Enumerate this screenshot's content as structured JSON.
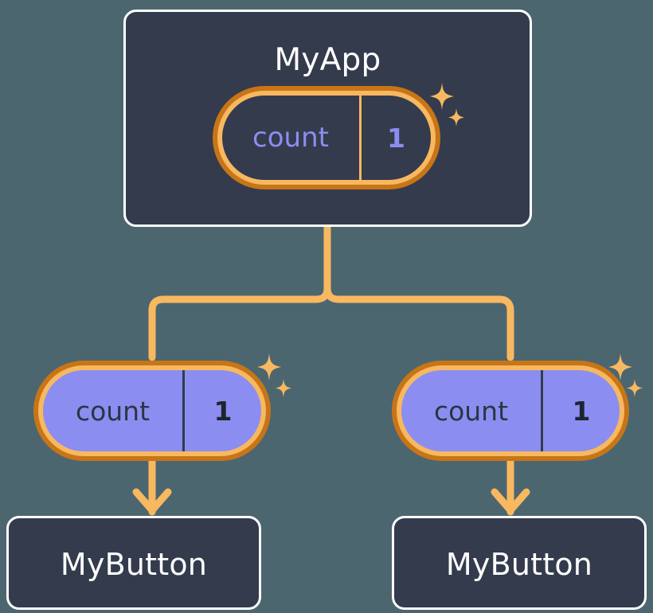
{
  "diagram": {
    "type": "component-state-tree",
    "background_color": "#4c6670",
    "accent_color": "#f8b860",
    "accent_dark_color": "#c87517",
    "state_color": "#8b8ef0",
    "card_color": "#343b4d",
    "title": "MyApp"
  },
  "root": {
    "component_label": "MyApp",
    "state": {
      "name_label": "count",
      "value_label": "1"
    }
  },
  "children": [
    {
      "state": {
        "name_label": "count",
        "value_label": "1"
      },
      "component_label": "MyButton"
    },
    {
      "state": {
        "name_label": "count",
        "value_label": "1"
      },
      "component_label": "MyButton"
    }
  ]
}
